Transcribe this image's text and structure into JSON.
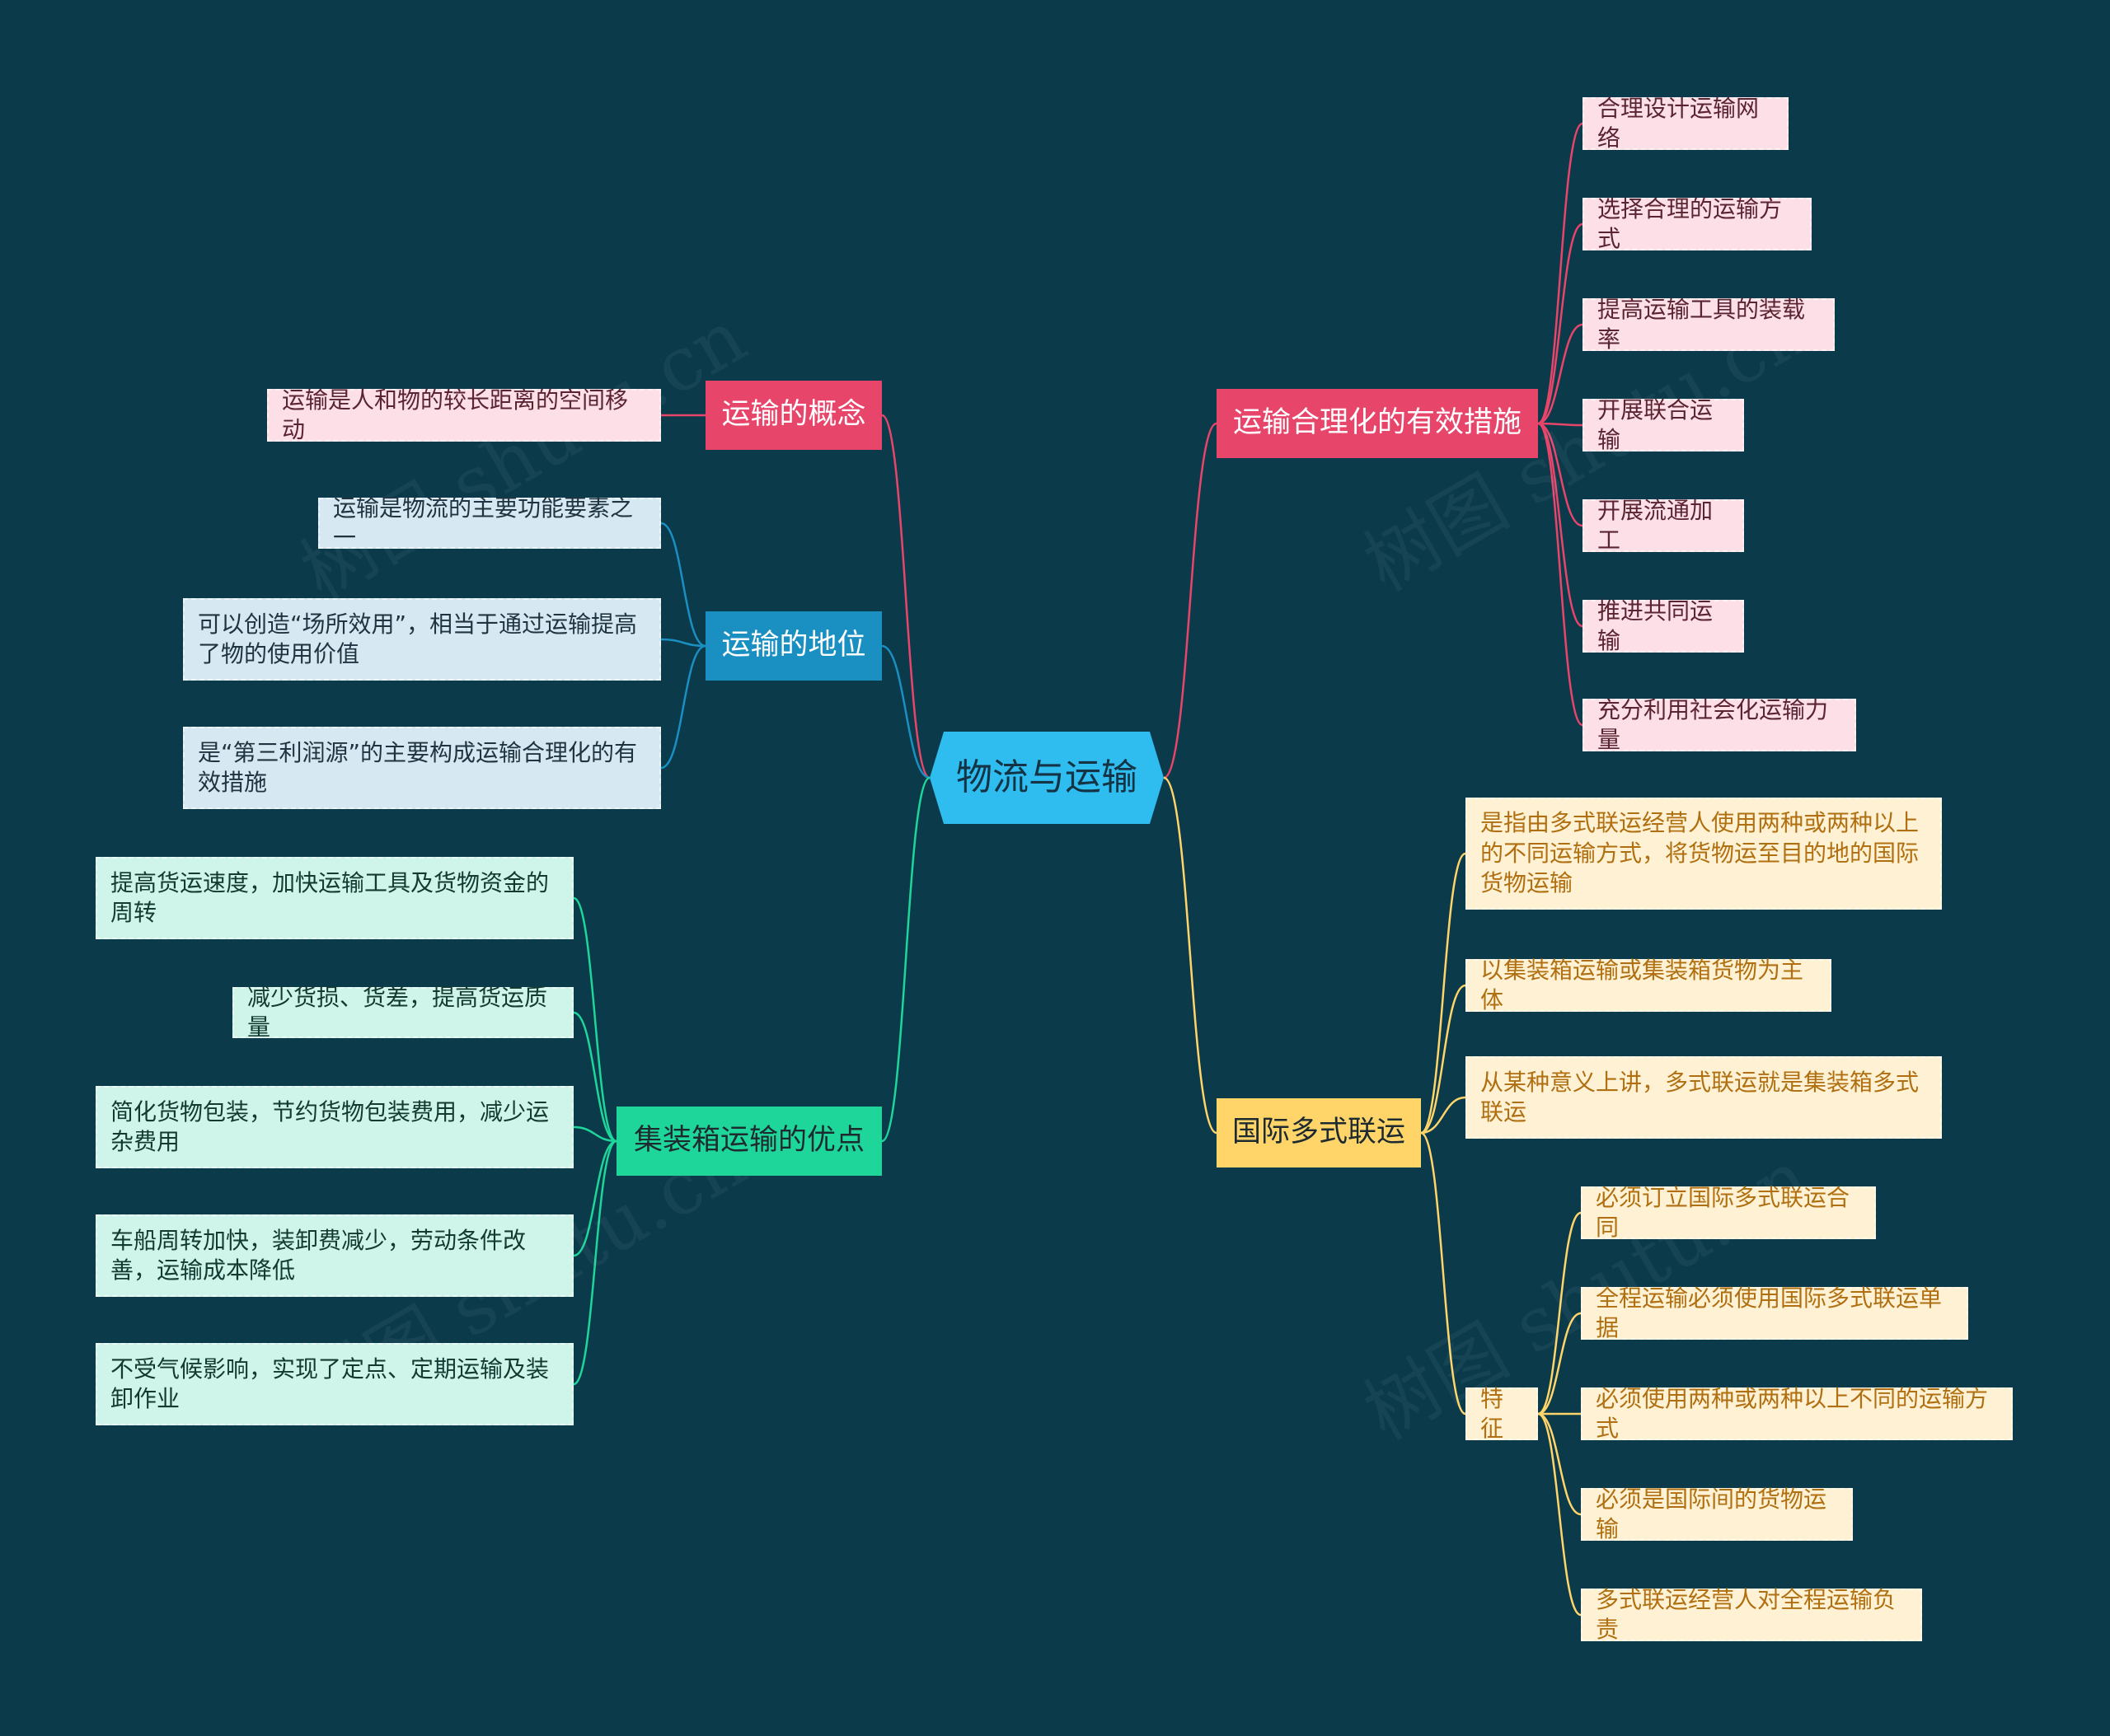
{
  "root": {
    "label": "物流与运输"
  },
  "colors": {
    "background": "#0b3a4b",
    "root": "#2fbdf0",
    "concept": "#e8456b",
    "position": "#1a8fc1",
    "container": "#1fd69a",
    "rational": "#e8456b",
    "multimodal": "#ffd56a"
  },
  "branches": {
    "concept": {
      "label": "运输的概念",
      "children": [
        "运输是人和物的较长距离的空间移动"
      ]
    },
    "position": {
      "label": "运输的地位",
      "children": [
        "运输是物流的主要功能要素之一",
        "可以创造“场所效用”，相当于通过运输提高了物的使用价值",
        "是“第三利润源”的主要构成运输合理化的有效措施"
      ]
    },
    "container": {
      "label": "集装箱运输的优点",
      "children": [
        "提高货运速度，加快运输工具及货物资金的周转",
        "减少货损、货差，提高货运质量",
        "简化货物包装，节约货物包装费用，减少运杂费用",
        "车船周转加快，装卸费减少，劳动条件改善，运输成本降低",
        "不受气候影响，实现了定点、定期运输及装卸作业"
      ]
    },
    "rational": {
      "label": "运输合理化的有效措施",
      "children": [
        "合理设计运输网络",
        "选择合理的运输方式",
        "提高运输工具的装载率",
        "开展联合运输",
        "开展流通加工",
        "推进共同运输",
        "充分利用社会化运输力量"
      ]
    },
    "multimodal": {
      "label": "国际多式联运",
      "children": [
        "是指由多式联运经营人使用两种或两种以上的不同运输方式，将货物运至目的地的国际货物运输",
        "以集装箱运输或集装箱货物为主体",
        "从某种意义上讲，多式联运就是集装箱多式联运"
      ],
      "features": {
        "label": "特征",
        "children": [
          "必须订立国际多式联运合同",
          "全程运输必须使用国际多式联运单据",
          "必须使用两种或两种以上不同的运输方式",
          "必须是国际间的货物运输",
          "多式联运经营人对全程运输负责"
        ]
      }
    }
  }
}
